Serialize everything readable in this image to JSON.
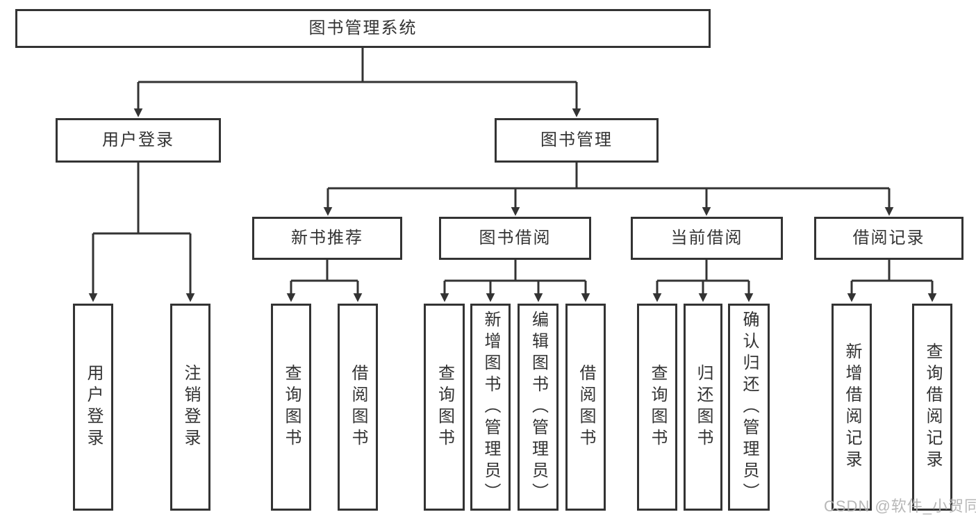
{
  "diagram": {
    "title": "图书管理系统",
    "level2": [
      "用户登录",
      "图书管理"
    ],
    "level3": [
      "新书推荐",
      "图书借阅",
      "当前借阅",
      "借阅记录"
    ],
    "leaves": {
      "login": [
        "用户登录",
        "注销登录"
      ],
      "recommend": [
        "查询图书",
        "借阅图书"
      ],
      "borrowing": [
        "查询图书",
        "新增图书（管理员）",
        "编辑图书（管理员）",
        "借阅图书"
      ],
      "current": [
        "查询图书",
        "归还图书",
        "确认归还（管理员）"
      ],
      "records": [
        "新增借阅记录",
        "查询借阅记录"
      ]
    }
  },
  "watermark": {
    "text": "CSDN @软件_小贺同学"
  },
  "colors": {
    "line": "#333333",
    "box_border": "#333333",
    "box_background": "#ffffff",
    "text": "#333333",
    "watermark": "#afafaf"
  }
}
